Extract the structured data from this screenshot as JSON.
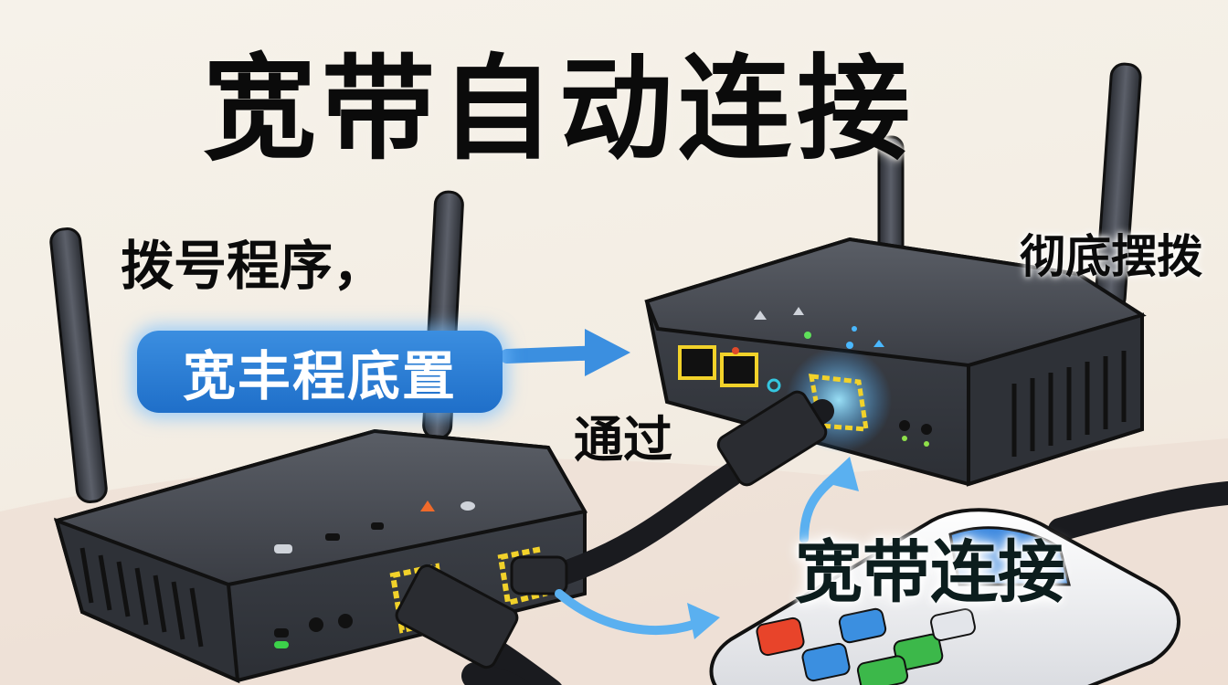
{
  "title": "宽带自动连接",
  "labels": {
    "dialer": "拨号程序，",
    "pill": "宽丰程底置",
    "thorough": "彻底摆拨",
    "pass": "通过",
    "broadband_connection": "宽带连接"
  },
  "colors": {
    "background": "#f4efe6",
    "router_body": "#3a3d44",
    "pill_blue": "#2a7fd6",
    "arrow_blue": "#3b8fe0",
    "port_yellow": "#f2d22a",
    "led_green": "#3cd24a",
    "led_orange": "#f06a2a"
  },
  "illustration": {
    "objects": [
      "left-router",
      "right-router",
      "handheld-device",
      "ethernet-cables",
      "blue-arrows"
    ]
  }
}
